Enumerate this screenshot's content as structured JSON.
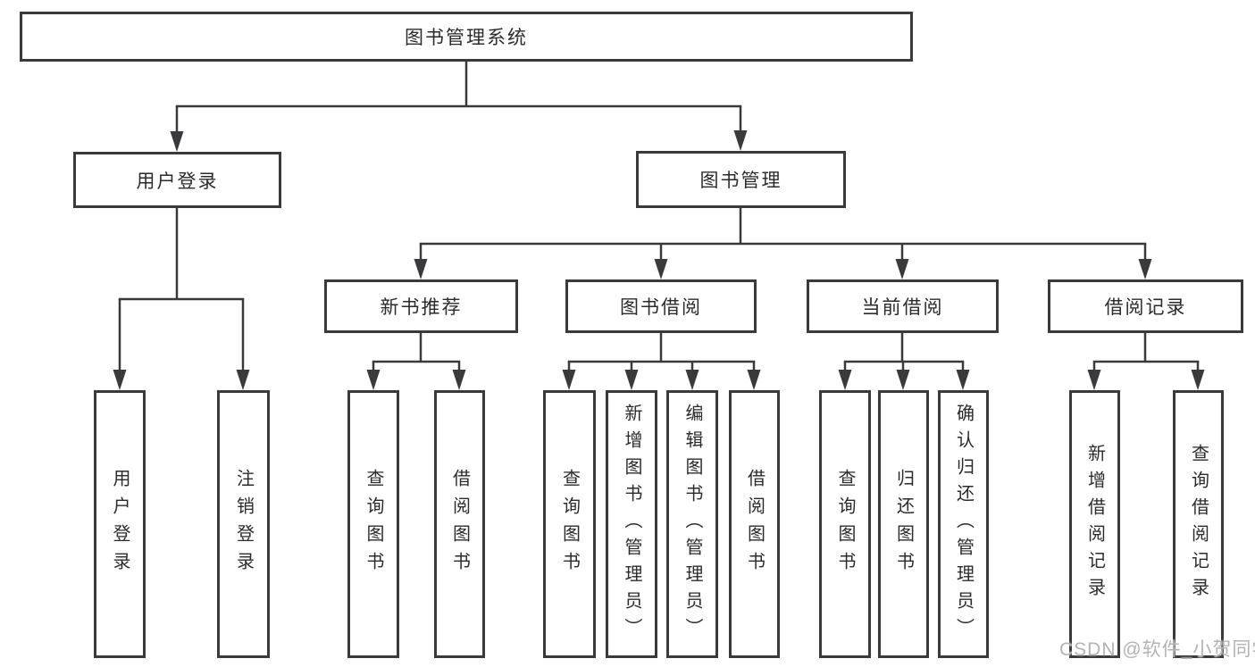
{
  "diagram": {
    "root": {
      "label": "图书管理系统"
    },
    "level2": [
      {
        "id": "user-login",
        "label": "用户登录"
      },
      {
        "id": "book-management",
        "label": "图书管理"
      }
    ],
    "level3": [
      {
        "id": "new-book-recommend",
        "label": "新书推荐",
        "parent": "book-management"
      },
      {
        "id": "book-borrow",
        "label": "图书借阅",
        "parent": "book-management"
      },
      {
        "id": "current-borrow",
        "label": "当前借阅",
        "parent": "book-management"
      },
      {
        "id": "borrow-records",
        "label": "借阅记录",
        "parent": "book-management"
      }
    ],
    "leaves": [
      {
        "label": "用户登录",
        "parent": "user-login"
      },
      {
        "label": "注销登录",
        "parent": "user-login"
      },
      {
        "label": "查询图书",
        "parent": "new-book-recommend"
      },
      {
        "label": "借阅图书",
        "parent": "new-book-recommend"
      },
      {
        "label": "查询图书",
        "parent": "book-borrow"
      },
      {
        "label": "新增图书（管理员）",
        "parent": "book-borrow"
      },
      {
        "label": "编辑图书（管理员）",
        "parent": "book-borrow"
      },
      {
        "label": "借阅图书",
        "parent": "book-borrow"
      },
      {
        "label": "查询图书",
        "parent": "current-borrow"
      },
      {
        "label": "归还图书",
        "parent": "current-borrow"
      },
      {
        "label": "确认归还（管理员）",
        "parent": "current-borrow"
      },
      {
        "label": "新增借阅记录",
        "parent": "borrow-records"
      },
      {
        "label": "查询借阅记录",
        "parent": "borrow-records"
      }
    ]
  },
  "watermark": {
    "text": "CSDN @软件_小贺同学"
  },
  "colors": {
    "line": "#3a3a3c",
    "box_border": "#3a3a3c",
    "text": "#2b2b2d",
    "watermark": "#b3b3b3",
    "background": "#ffffff"
  }
}
